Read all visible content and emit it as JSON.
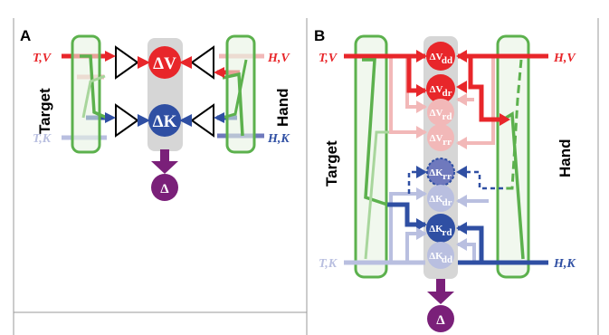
{
  "panel_a": {
    "letter": "A",
    "left_label": "Target",
    "right_label": "Hand",
    "inputs": {
      "tv": "T,V",
      "tk": "T,K",
      "hv": "H,V",
      "hk": "H,K"
    },
    "node_v": {
      "delta": "Δ",
      "letter": "V"
    },
    "node_k": {
      "delta": "Δ",
      "letter": "K"
    },
    "output": "Δ"
  },
  "panel_b": {
    "letter": "B",
    "left_label": "Target",
    "right_label": "Hand",
    "inputs": {
      "tv": "T,V",
      "tk": "T,K",
      "hv": "H,V",
      "hk": "H,K"
    },
    "nodes": [
      {
        "main": "ΔV",
        "sub": "dd"
      },
      {
        "main": "ΔV",
        "sub": "dr"
      },
      {
        "main": "ΔV",
        "sub": "rd"
      },
      {
        "main": "ΔV",
        "sub": "rr"
      },
      {
        "main": "ΔK",
        "sub": "rr"
      },
      {
        "main": "ΔK",
        "sub": "dr"
      },
      {
        "main": "ΔK",
        "sub": "rd"
      },
      {
        "main": "ΔK",
        "sub": "dd"
      }
    ],
    "output": "Δ"
  },
  "colors": {
    "red": "#e8262a",
    "red_light": "#f2b8b8",
    "blue": "#2f4fa3",
    "blue_light": "#b9bfe0",
    "blue_mid": "#6f79bd",
    "green": "#5cb14d",
    "green_light": "#a8d69c",
    "purple": "#7a2079",
    "gray": "#d6d6d6"
  }
}
